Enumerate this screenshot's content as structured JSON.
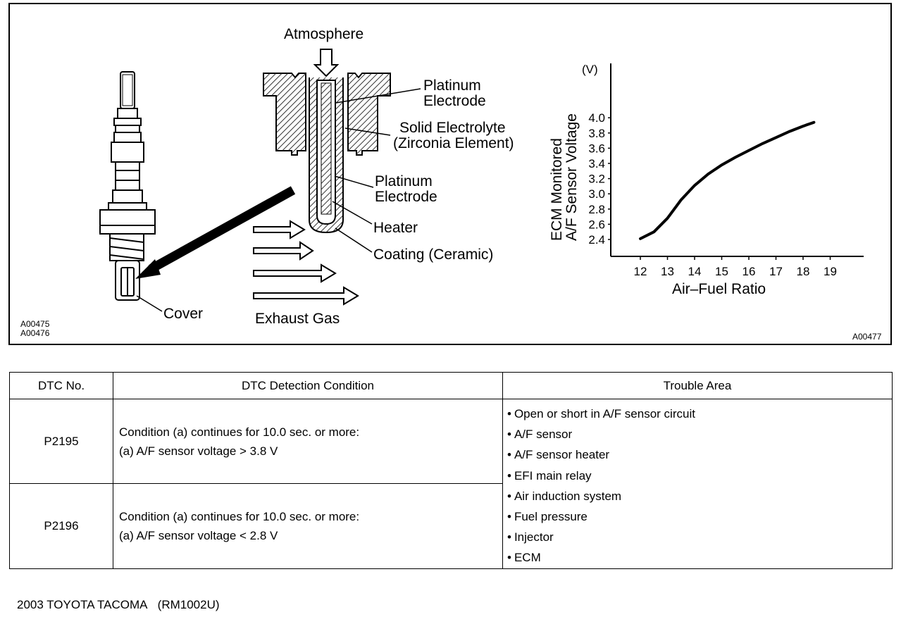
{
  "figure": {
    "atmosphere": "Atmosphere",
    "platinum_electrode_top": [
      "Platinum",
      "Electrode"
    ],
    "solid_electrolyte": [
      "Solid Electrolyte",
      "(Zirconia Element)"
    ],
    "platinum_electrode_mid": [
      "Platinum",
      "Electrode"
    ],
    "heater": "Heater",
    "coating": "Coating (Ceramic)",
    "exhaust_gas": "Exhaust Gas",
    "cover": "Cover",
    "code_left": [
      "A00475",
      "A00476"
    ],
    "code_right": "A00477"
  },
  "chart_data": {
    "type": "line",
    "ylabel": [
      "ECM Monitored",
      "A/F Sensor Voltage"
    ],
    "yunit": "(V)",
    "xlabel": "Air–Fuel Ratio",
    "xticks": [
      12,
      13,
      14,
      15,
      16,
      17,
      18,
      19
    ],
    "yticks": [
      "2.4",
      "2.6",
      "2.8",
      "3.0",
      "3.2",
      "3.4",
      "3.6",
      "3.8",
      "4.0"
    ],
    "xlim": [
      12,
      19
    ],
    "ylim": [
      2.4,
      4.0
    ],
    "series": [
      {
        "x": [
          12.0,
          12.5,
          13.0,
          13.5,
          14.0,
          14.5,
          15.0,
          15.5,
          16.0,
          16.5,
          17.0,
          17.5,
          18.0,
          18.4
        ],
        "y": [
          2.41,
          2.5,
          2.68,
          2.92,
          3.11,
          3.26,
          3.38,
          3.48,
          3.57,
          3.66,
          3.74,
          3.82,
          3.89,
          3.94
        ]
      }
    ]
  },
  "table": {
    "headers": [
      "DTC No.",
      "DTC Detection Condition",
      "Trouble Area"
    ],
    "rows": [
      {
        "dtc": "P2195",
        "condition": [
          "Condition (a) continues for 10.0 sec. or more:",
          "(a) A/F sensor voltage > 3.8 V"
        ]
      },
      {
        "dtc": "P2196",
        "condition": [
          "Condition (a) continues for 10.0 sec. or more:",
          "(a) A/F sensor voltage < 2.8 V"
        ]
      }
    ],
    "trouble_area": [
      "Open or short in A/F sensor circuit",
      "A/F sensor",
      "A/F sensor heater",
      "EFI main relay",
      "Air induction system",
      "Fuel pressure",
      "Injector",
      "ECM"
    ]
  },
  "footer": "2003 TOYOTA TACOMA   (RM1002U)"
}
